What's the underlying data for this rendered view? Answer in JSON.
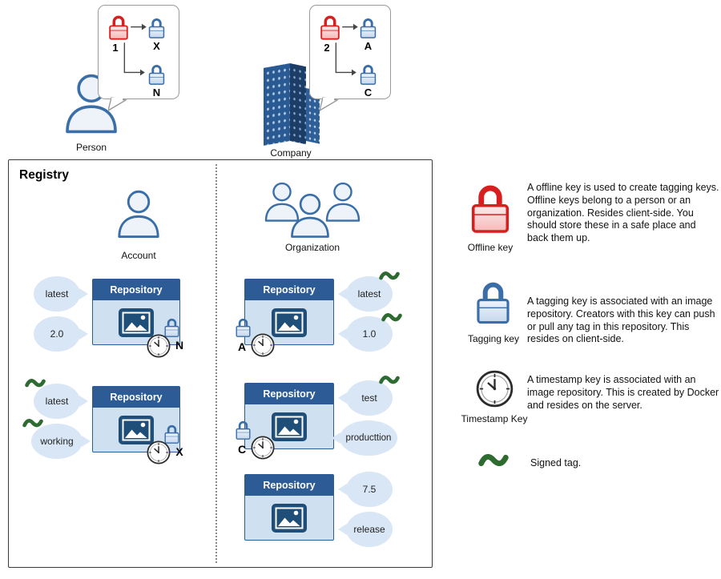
{
  "top": {
    "person": {
      "label": "Person",
      "bubble": {
        "offline_key": "1",
        "tagging_keys": [
          "X",
          "N"
        ]
      }
    },
    "company": {
      "label": "Company",
      "bubble": {
        "offline_key": "2",
        "tagging_keys": [
          "A",
          "C"
        ]
      }
    }
  },
  "registry": {
    "title": "Registry",
    "columns": [
      {
        "owner": "Account",
        "repos": [
          {
            "title": "Repository",
            "tags": [
              {
                "label": "latest",
                "signed": false
              },
              {
                "label": "2.0",
                "signed": false
              }
            ],
            "tagging_key": "N",
            "timestamp_key": true
          },
          {
            "title": "Repository",
            "tags": [
              {
                "label": "latest",
                "signed": true
              },
              {
                "label": "working",
                "signed": true
              }
            ],
            "tagging_key": "X",
            "timestamp_key": true
          }
        ]
      },
      {
        "owner": "Organization",
        "repos": [
          {
            "title": "Repository",
            "tags": [
              {
                "label": "latest",
                "signed": true
              },
              {
                "label": "1.0",
                "signed": true
              }
            ],
            "tagging_key": "A",
            "timestamp_key": true
          },
          {
            "title": "Repository",
            "tags": [
              {
                "label": "test",
                "signed": true
              },
              {
                "label": "producttion",
                "signed": false
              }
            ],
            "tagging_key": "C",
            "timestamp_key": true
          },
          {
            "title": "Repository",
            "tags": [
              {
                "label": "7.5",
                "signed": false
              },
              {
                "label": "release",
                "signed": false
              }
            ],
            "tagging_key": "",
            "timestamp_key": false
          }
        ]
      }
    ]
  },
  "legend": {
    "items": [
      {
        "icon": "offline-key-icon",
        "label": "Offline key",
        "description": "A offline key is used to create tagging keys. Offline keys belong to a person or an organization. Resides client-side. You should store these in a safe place and back them up."
      },
      {
        "icon": "tagging-key-icon",
        "label": "Tagging key",
        "description": "A tagging key is associated with an image repository. Creators with this key can push or pull any tag in this repository. This resides on client-side."
      },
      {
        "icon": "timestamp-key-icon",
        "label": "Timestamp Key",
        "description": "A timestamp key is associated with an image repository. This is created by Docker and resides on the server."
      },
      {
        "icon": "signed-tag-icon",
        "label": "Signed tag.",
        "description": ""
      }
    ]
  },
  "icons": {
    "offline_key": "red-padlock",
    "tagging_key": "blue-padlock",
    "timestamp_key": "clock",
    "signed_tag": "green-squiggle",
    "person": "person-silhouette",
    "company": "office-building",
    "repository_image": "picture-icon"
  },
  "colors": {
    "offline_key_red": "#d81f1f",
    "tagging_key_blue": "#3a6ea8",
    "repo_header_blue": "#2d5b96",
    "repo_body_blue": "#cfe0f1",
    "tag_bubble_blue": "#d9e6f5",
    "signed_green": "#2e6b31",
    "image_icon_blue": "#1f4e79"
  }
}
